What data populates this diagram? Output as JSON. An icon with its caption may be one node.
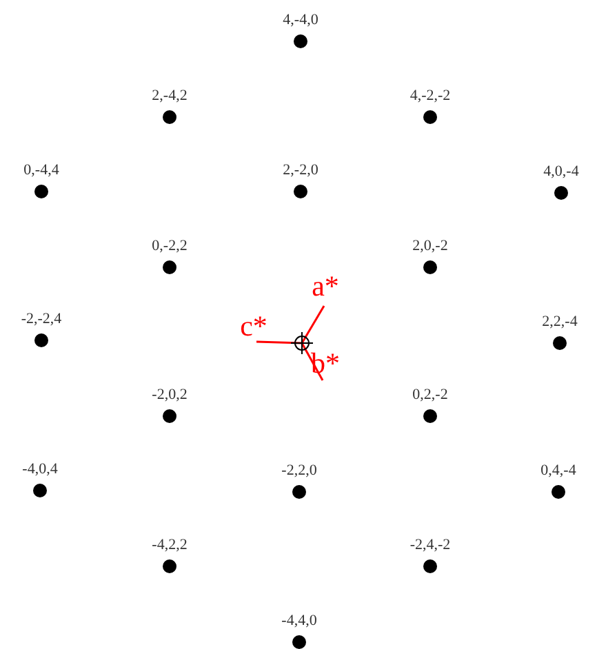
{
  "diagram": {
    "labels": [
      "4,-4,0",
      "2,-4,2",
      "4,-2,-2",
      "0,-4,4",
      "2,-2,0",
      "4,0,-4",
      "0,-2,2",
      "2,0,-2",
      "a*",
      "-2,-2,4",
      "c*",
      "2,2,-4",
      "b*",
      "-2,0,2",
      "0,2,-2",
      "-4,0,4",
      "-2,2,0",
      "0,4,-4",
      "-4,2,2",
      "-2,4,-2",
      "-4,4,0"
    ]
  }
}
